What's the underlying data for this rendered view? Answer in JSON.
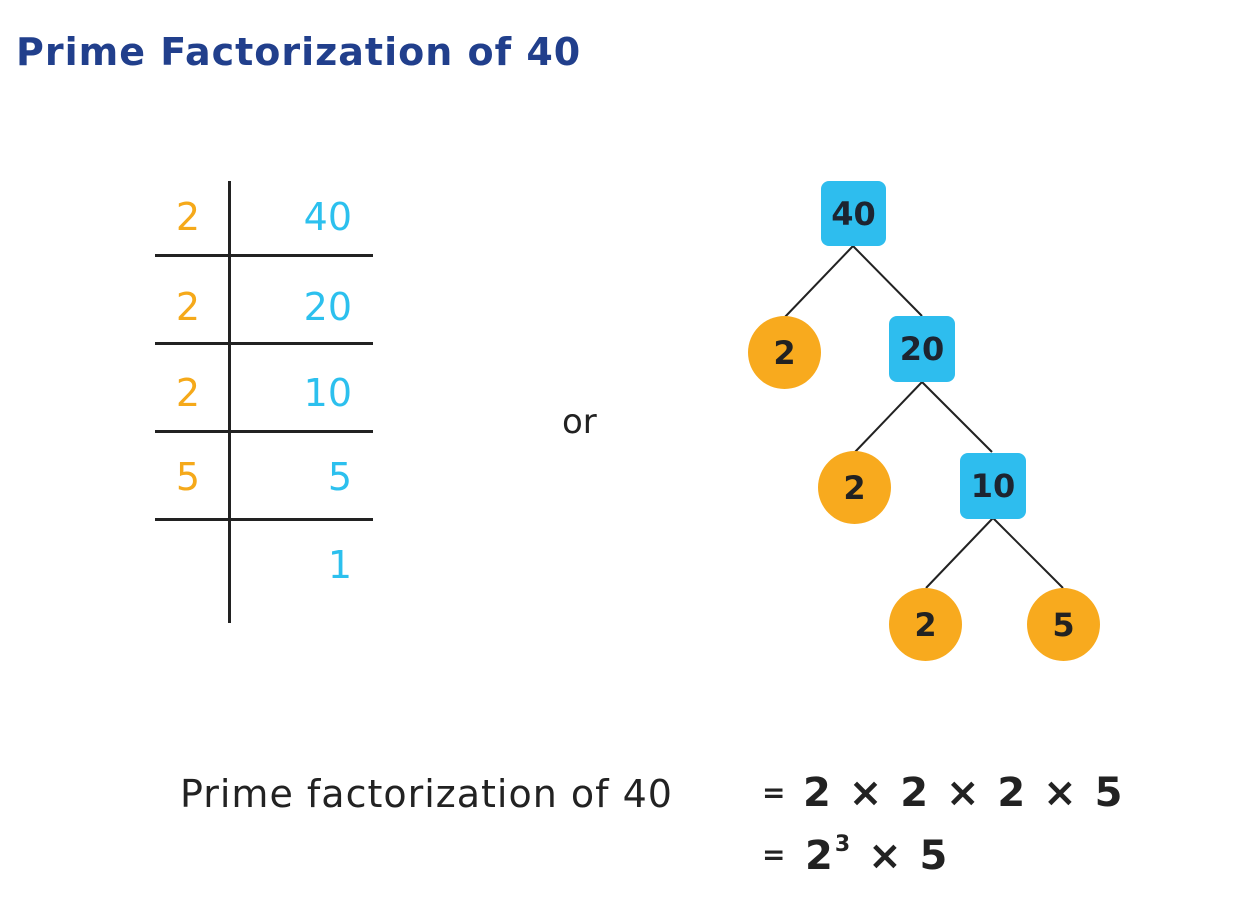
{
  "title": "Prime Factorization of 40",
  "ladder": {
    "rows": [
      {
        "divisor": "2",
        "dividend": "40"
      },
      {
        "divisor": "2",
        "dividend": "20"
      },
      {
        "divisor": "2",
        "dividend": "10"
      },
      {
        "divisor": "5",
        "dividend": "5"
      },
      {
        "divisor": "",
        "dividend": "1"
      }
    ],
    "colors": {
      "divisor": "#f5a91a",
      "dividend": "#2cc0ee"
    }
  },
  "separator": "or",
  "tree": {
    "composites": [
      "40",
      "20",
      "10"
    ],
    "primes": [
      "2",
      "2",
      "2",
      "5"
    ],
    "colors": {
      "composite": "#2ebdee",
      "prime": "#f8aa1e"
    }
  },
  "result": {
    "label": "Prime factorization of 40",
    "eq1": "=",
    "expr1": "2 × 2 × 2 × 5",
    "eq2": "=",
    "base": "2",
    "exponent": "3",
    "rest": " × 5"
  }
}
